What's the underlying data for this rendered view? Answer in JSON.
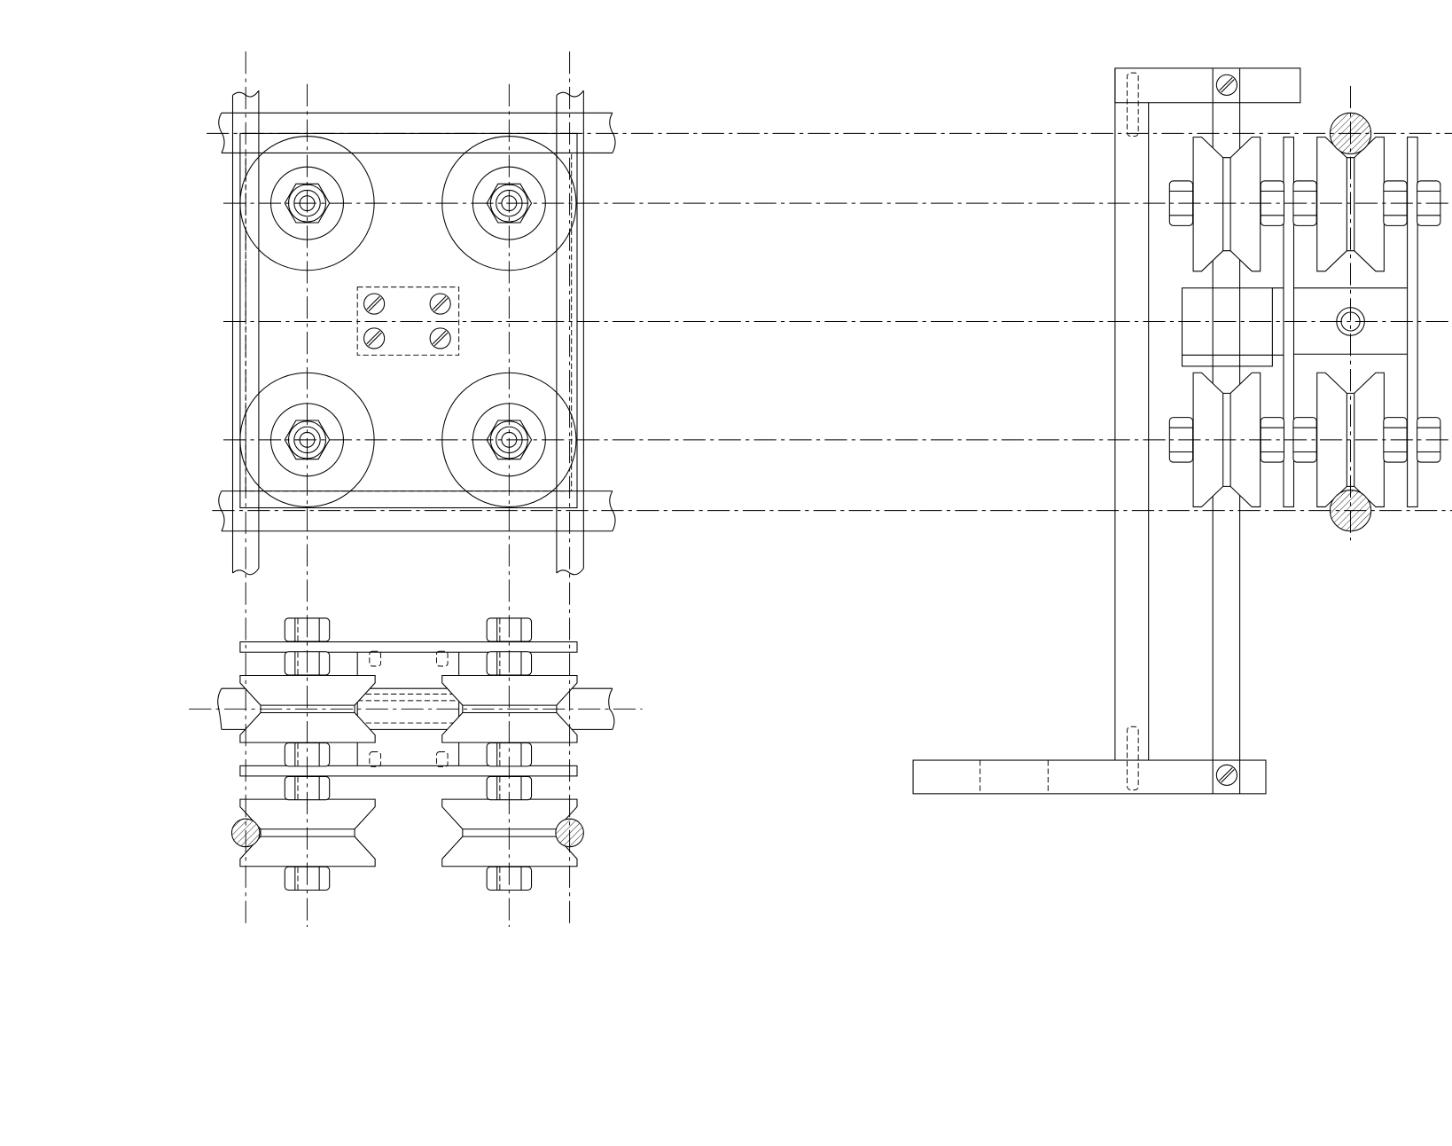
{
  "drawing": {
    "views": [
      "plan-view",
      "front-view",
      "side-view"
    ],
    "colors": {
      "line": "#000000",
      "background": "#ffffff"
    }
  }
}
